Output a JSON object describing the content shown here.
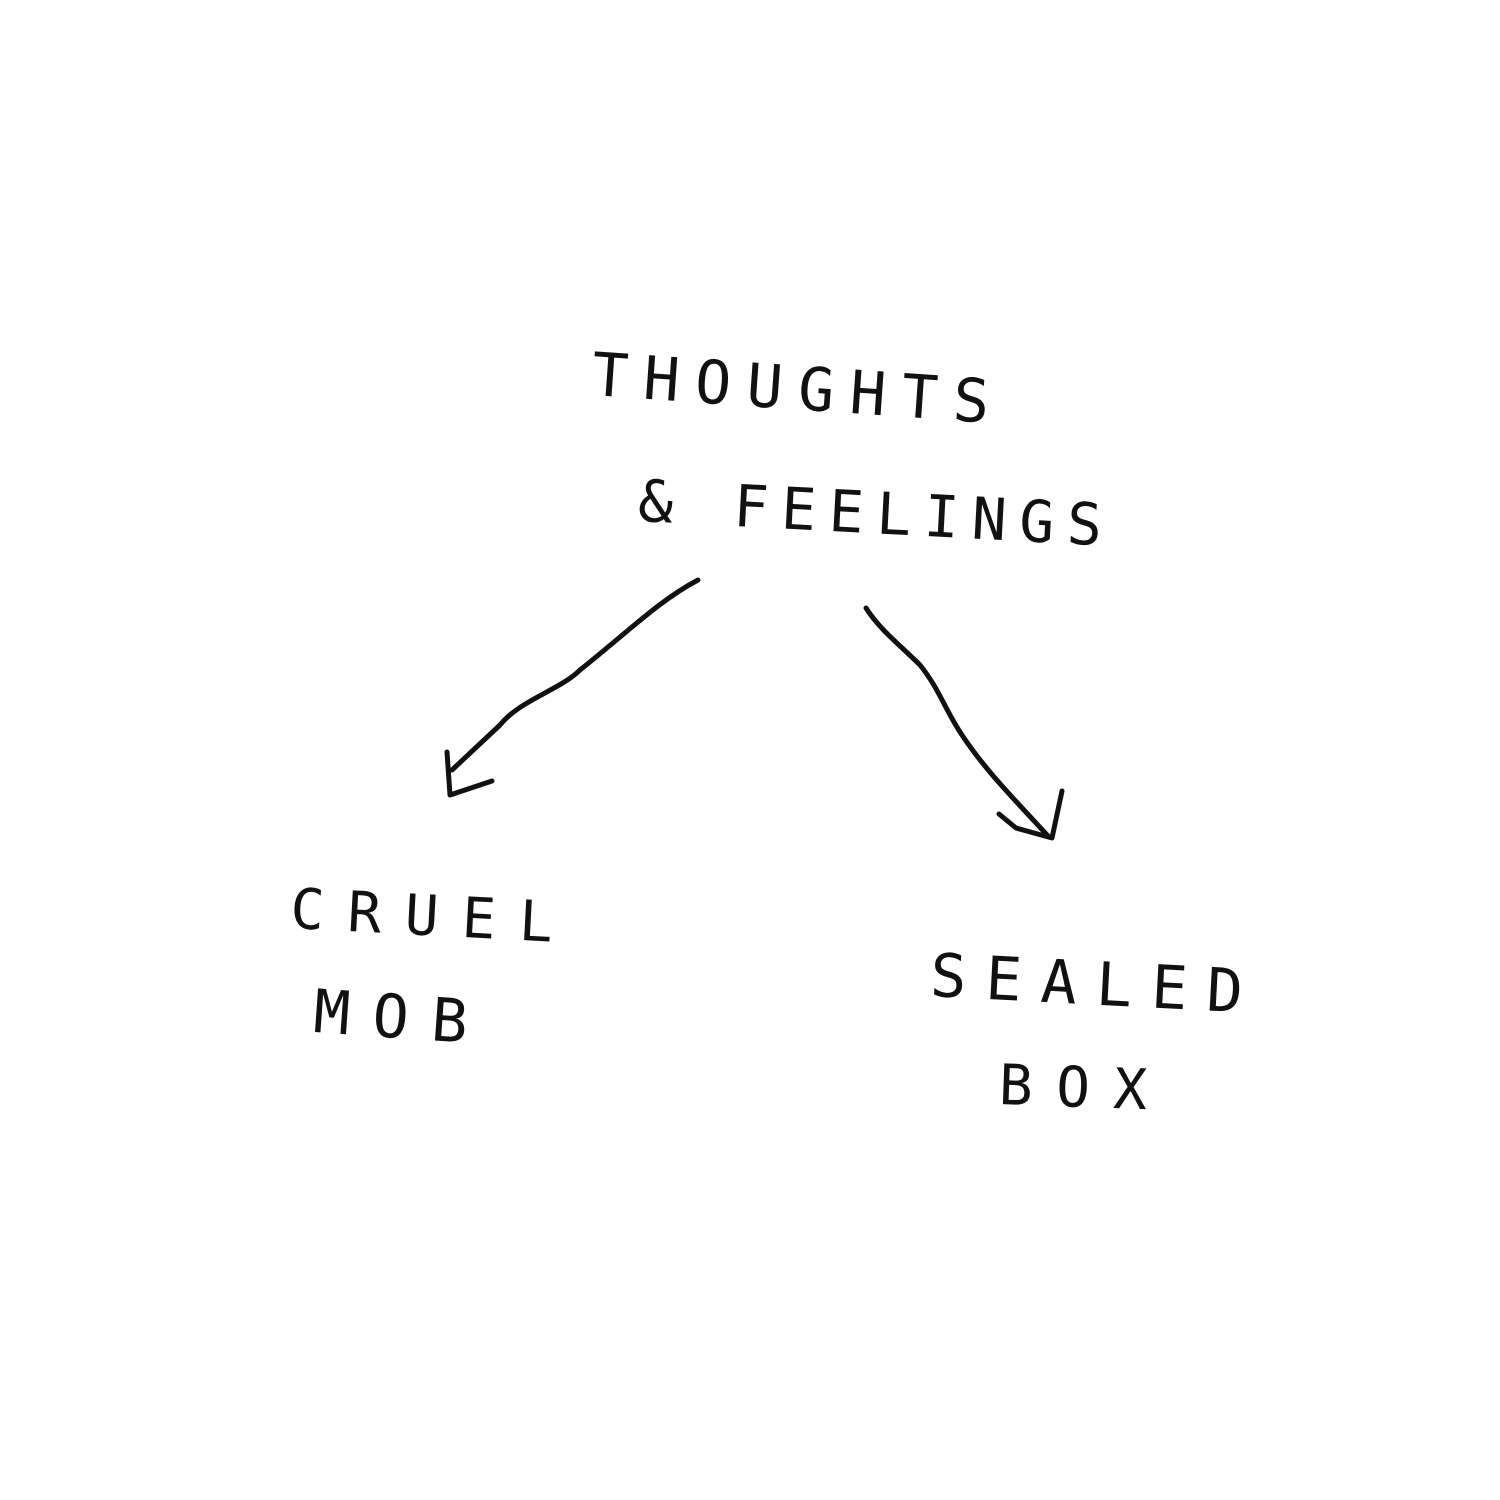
{
  "diagram": {
    "root": {
      "lines": [
        "THOUGHTS",
        "& FEELINGS"
      ]
    },
    "branches": [
      {
        "lines": [
          "CRUEL",
          "MOB"
        ]
      },
      {
        "lines": [
          "SEALED",
          "BOX"
        ]
      }
    ],
    "ink_color": "#111111",
    "background_color": "#ffffff"
  }
}
